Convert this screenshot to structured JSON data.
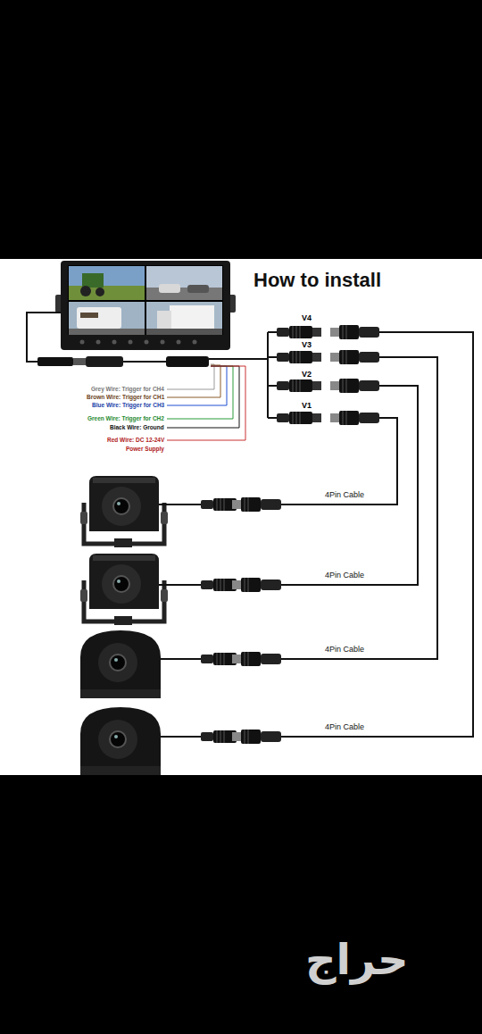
{
  "diagram": {
    "title": "How to install",
    "labels": [
      "V4",
      "V3",
      "V2",
      "V1",
      "Grey Wire: Trigger for CH4",
      "Brown Wire: Trigger for CH1",
      "Blue Wire: Trigger for CH3",
      "Green Wire: Trigger for CH2",
      "Black Wire: Ground",
      "Red Wire: DC 12-24V",
      "Power Supply",
      "4Pin Cable",
      "4Pin Cable",
      "4Pin Cable",
      "4Pin Cable",
      "حراج"
    ]
  }
}
